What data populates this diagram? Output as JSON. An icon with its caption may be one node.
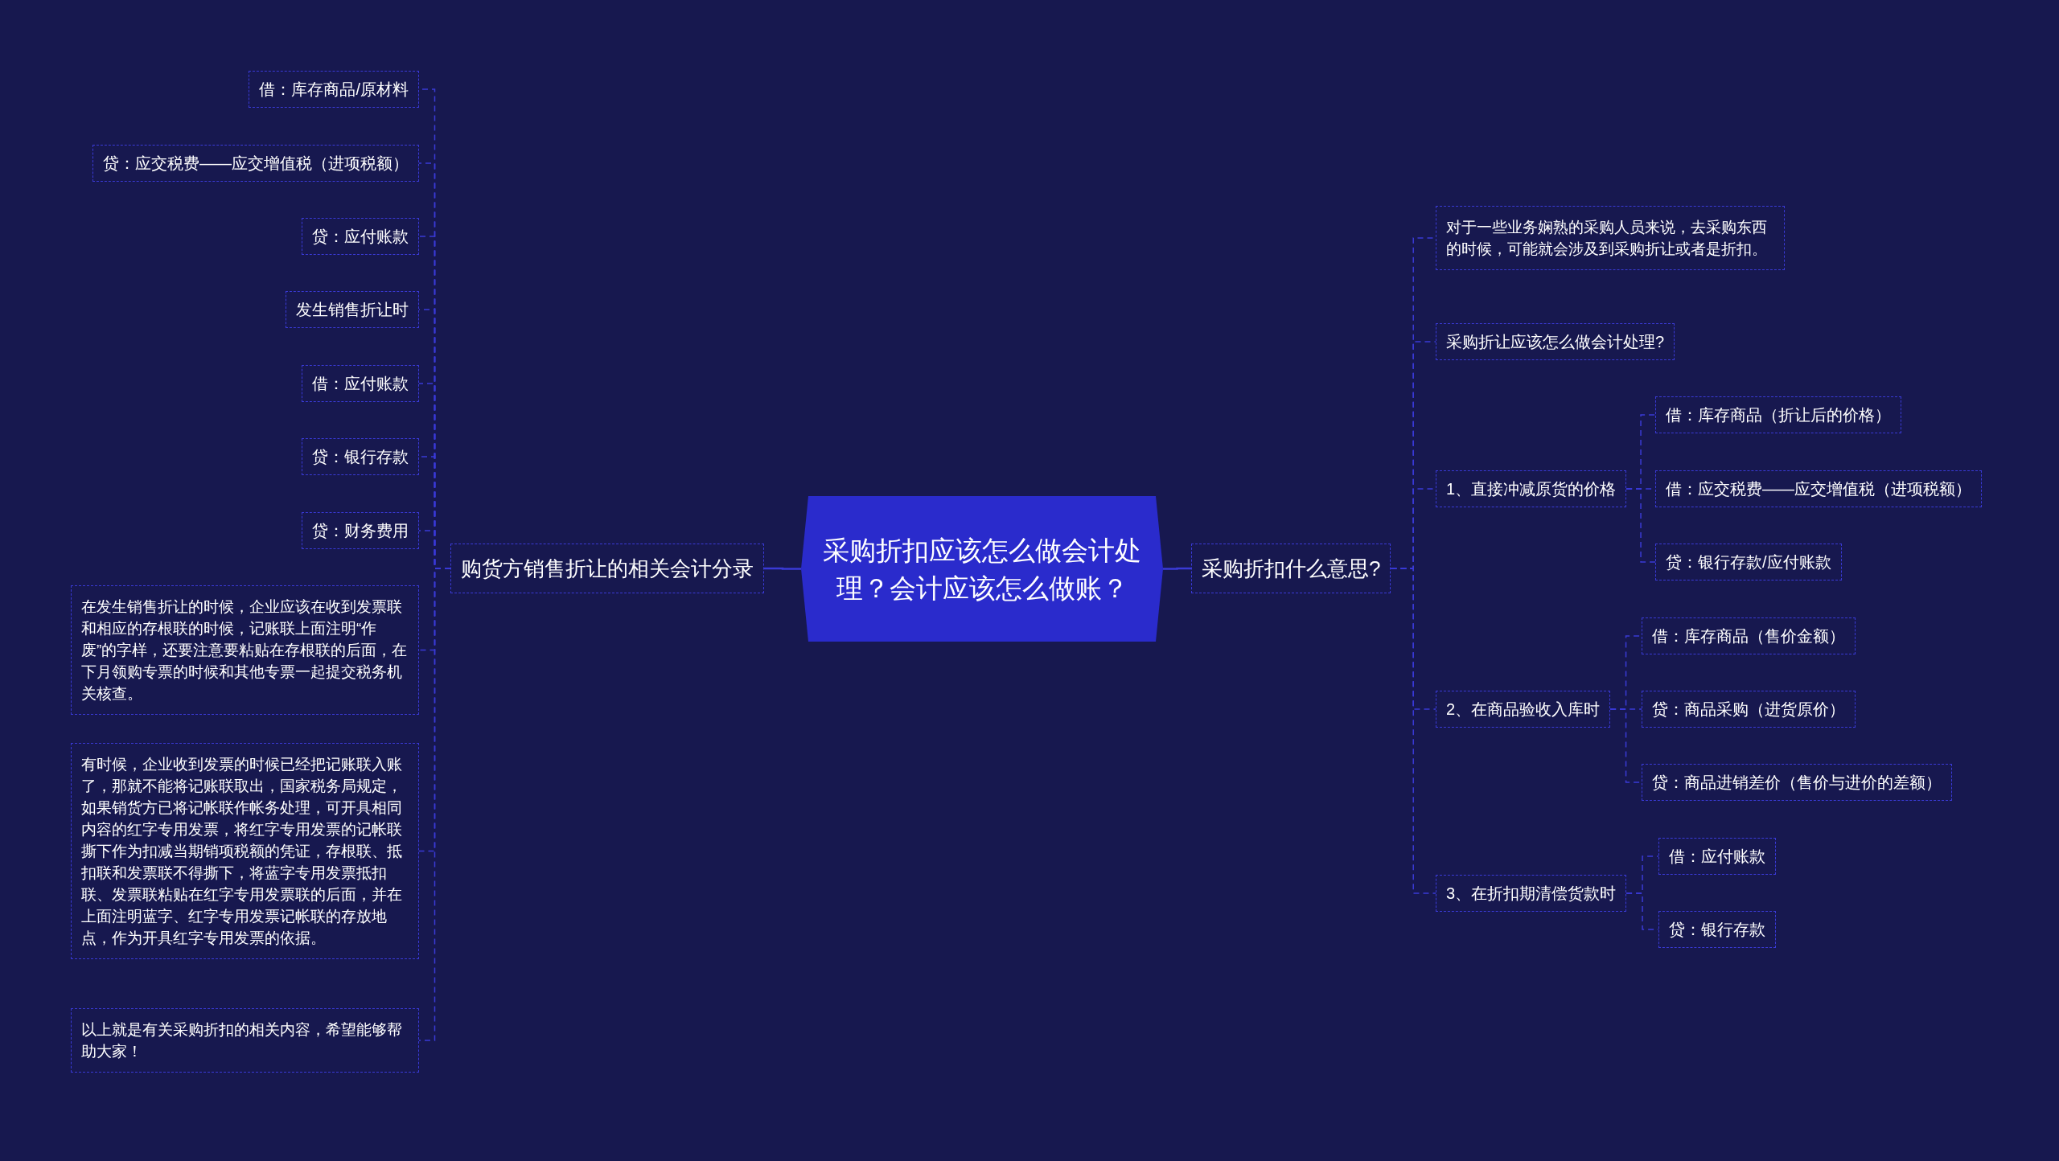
{
  "diagram": {
    "nodes": [
      {
        "text": [
          "采购折扣应该怎么做会计处理？会计应该怎么做账？"
        ]
      },
      {
        "text": [
          "购货方销售折让的相关会计分录"
        ]
      },
      {
        "text": [
          "采购折扣什么意思?"
        ]
      },
      {
        "text": [
          "借：库存商品/原材料"
        ]
      },
      {
        "text": [
          "贷：应交税费——应交增值税（进项税额）"
        ]
      },
      {
        "text": [
          "贷：应付账款"
        ]
      },
      {
        "text": [
          "发生销售折让时"
        ]
      },
      {
        "text": [
          "借：应付账款"
        ]
      },
      {
        "text": [
          "贷：银行存款"
        ]
      },
      {
        "text": [
          "贷：财务费用"
        ]
      },
      {
        "text": [
          "在发生销售折让的时候，企业应该在收到发票联和相应的存根联的时候，记账联上面注明“作废”的字样，还要注意要粘贴在存根联的后面，在下月领购专票的时候和其他专票一起提交税务机关核查。"
        ]
      },
      {
        "text": [
          "有时候，企业收到发票的时候已经把记账联入账了，那就不能将记账联取出，国家税务局规定，如果销货方已将记帐联作帐务处理，可开具相同内容的红字专用发票，将红字专用发票的记帐联撕下作为扣减当期销项税额的凭证，存根联、抵扣联和发票联不得撕下，将蓝字专用发票抵扣联、发票联粘贴在红字专用发票联的后面，并在上面注明蓝字、红字专用发票记帐联的存放地点，作为开具红字专用发票的依据。"
        ]
      },
      {
        "text": [
          "以上就是有关采购折扣的相关内容，希望能够帮助大家！"
        ]
      },
      {
        "text": [
          "对于一些业务娴熟的采购人员来说，去采购东西的时候，可能就会涉及到采购折让或者是折扣。"
        ]
      },
      {
        "text": [
          "采购折让应该怎么做会计处理?"
        ]
      },
      {
        "text": [
          "1、直接冲减原货的价格"
        ]
      },
      {
        "text": [
          "借：库存商品（折让后的价格）"
        ]
      },
      {
        "text": [
          "借：应交税费——应交增值税（进项税额）"
        ]
      },
      {
        "text": [
          "贷：银行存款/应付账款"
        ]
      },
      {
        "text": [
          "2、在商品验收入库时"
        ]
      },
      {
        "text": [
          "借：库存商品（售价金额）"
        ]
      },
      {
        "text": [
          "贷：商品采购（进货原价）"
        ]
      },
      {
        "text": [
          "贷：商品进销差价（售价与进价的差额）"
        ]
      },
      {
        "text": [
          "3、在折扣期清偿货款时"
        ]
      },
      {
        "text": [
          "借：应付账款"
        ]
      },
      {
        "text": [
          "贷：银行存款"
        ]
      }
    ],
    "edges": [
      {
        "from": 0,
        "to": 1,
        "arrow": "none"
      },
      {
        "from": 0,
        "to": 2,
        "arrow": "none"
      },
      {
        "from": 1,
        "to": 3,
        "arrow": "none",
        "style": "dashed"
      },
      {
        "from": 1,
        "to": 4,
        "arrow": "none",
        "style": "dashed"
      },
      {
        "from": 1,
        "to": 5,
        "arrow": "none",
        "style": "dashed"
      },
      {
        "from": 1,
        "to": 6,
        "arrow": "none",
        "style": "dashed"
      },
      {
        "from": 1,
        "to": 7,
        "arrow": "none",
        "style": "dashed"
      },
      {
        "from": 1,
        "to": 8,
        "arrow": "none",
        "style": "dashed"
      },
      {
        "from": 1,
        "to": 9,
        "arrow": "none",
        "style": "dashed"
      },
      {
        "from": 1,
        "to": 10,
        "arrow": "none",
        "style": "dashed"
      },
      {
        "from": 1,
        "to": 11,
        "arrow": "none",
        "style": "dashed"
      },
      {
        "from": 1,
        "to": 12,
        "arrow": "none",
        "style": "dashed"
      },
      {
        "from": 2,
        "to": 13,
        "arrow": "none",
        "style": "dashed"
      },
      {
        "from": 2,
        "to": 14,
        "arrow": "none",
        "style": "dashed"
      },
      {
        "from": 2,
        "to": 15,
        "arrow": "none",
        "style": "dashed"
      },
      {
        "from": 2,
        "to": 19,
        "arrow": "none",
        "style": "dashed"
      },
      {
        "from": 2,
        "to": 23,
        "arrow": "none",
        "style": "dashed"
      },
      {
        "from": 15,
        "to": 16,
        "arrow": "none",
        "style": "dashed"
      },
      {
        "from": 15,
        "to": 17,
        "arrow": "none",
        "style": "dashed"
      },
      {
        "from": 15,
        "to": 18,
        "arrow": "none",
        "style": "dashed"
      },
      {
        "from": 19,
        "to": 20,
        "arrow": "none",
        "style": "dashed"
      },
      {
        "from": 19,
        "to": 21,
        "arrow": "none",
        "style": "dashed"
      },
      {
        "from": 19,
        "to": 22,
        "arrow": "none",
        "style": "dashed"
      },
      {
        "from": 23,
        "to": 24,
        "arrow": "none",
        "style": "dashed"
      },
      {
        "from": 23,
        "to": 25,
        "arrow": "none",
        "style": "dashed"
      }
    ]
  }
}
